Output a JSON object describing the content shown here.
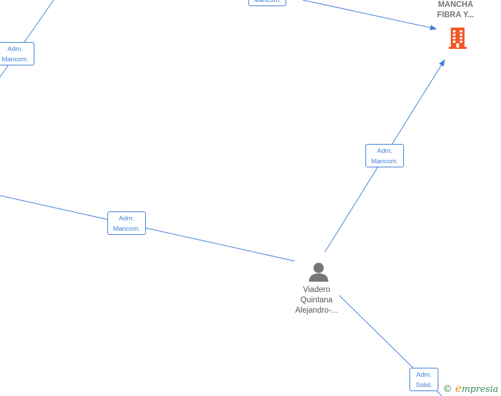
{
  "company": {
    "name_line1": "MANCHA",
    "name_line2": "FIBRA Y...",
    "icon": "building-icon",
    "icon_color": "#f05a28"
  },
  "person": {
    "name_line1": "Viadero",
    "name_line2": "Quintana",
    "name_line3": "Alejandro-...",
    "icon": "person-icon",
    "icon_color": "#777777"
  },
  "roles": {
    "top": {
      "line1": "",
      "line2": "Mancom."
    },
    "left_top": {
      "line1": "Adm.",
      "line2": "Mancom."
    },
    "person_company": {
      "line1": "Adm.",
      "line2": "Mancom."
    },
    "left_middle": {
      "line1": "Adm.",
      "line2": "Mancom."
    },
    "bottom": {
      "line1": "Adm.",
      "line2": "Solid."
    }
  },
  "brand": {
    "copyright": "©",
    "e": "e",
    "rest": "mpresia"
  },
  "edge_color": "#3f7fd6"
}
